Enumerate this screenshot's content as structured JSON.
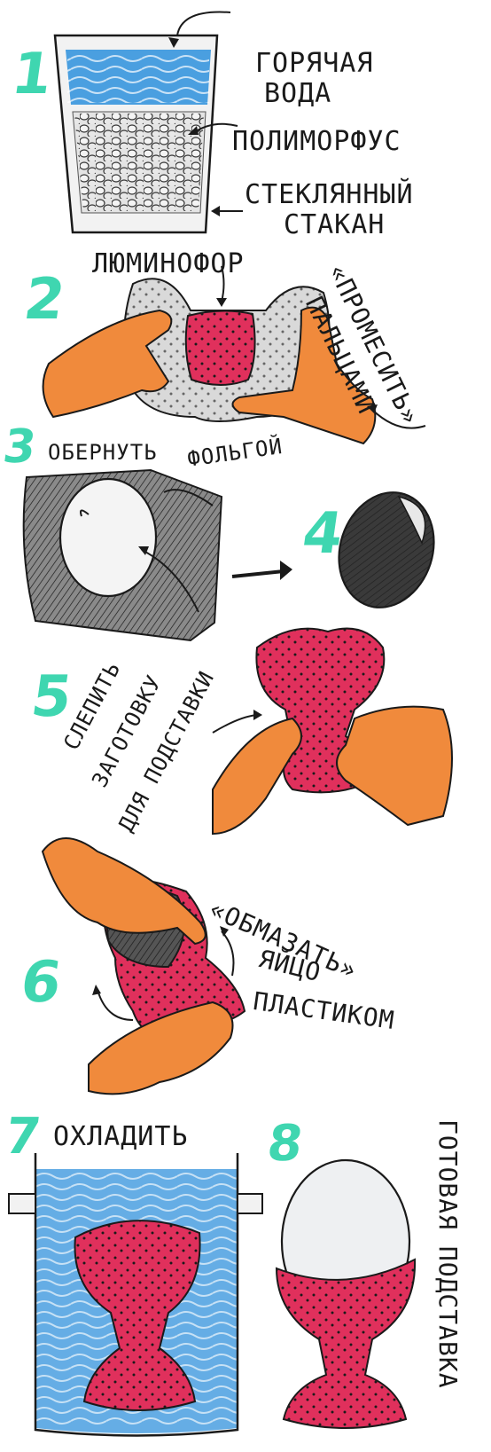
{
  "colors": {
    "number": "#3fd6b0",
    "plastic": "#e0305c",
    "hand": "#f08a3c",
    "water": "#4a9fe0",
    "foil": "#6b6b6b",
    "egg_dark": "#3a3a3a",
    "ink": "#1a1a1a"
  },
  "steps": [
    {
      "number": "1",
      "labels": {
        "water": "ГОРЯЧАЯ ВОДА",
        "poly": "ПОЛИМОРФУС",
        "glass": "СТЕКЛЯННЫЙ СТАКАН"
      }
    },
    {
      "number": "2",
      "labels": {
        "phosphor": "ЛЮМИНОФОР",
        "knead": "«ПРОМЕСИТЬ» ПАЛЬЦАМИ"
      }
    },
    {
      "number": "3",
      "labels": {
        "wrap": "ОБЕРНУТЬ ФОЛЬГОЙ"
      }
    },
    {
      "number": "4",
      "labels": {}
    },
    {
      "number": "5",
      "labels": {
        "blank": "СЛЕПИТЬ ЗАГОТОВКУ ДЛЯ ПОДСТАВКИ"
      }
    },
    {
      "number": "6",
      "labels": {
        "coat": "«ОБМАЗАТЬ» ЯЙЦО ПЛАСТИКОМ"
      }
    },
    {
      "number": "7",
      "labels": {
        "cool": "ОХЛАДИТЬ"
      }
    },
    {
      "number": "8",
      "labels": {
        "done": "ГОТОВАЯ ПОДСТАВКА"
      }
    }
  ],
  "text": {
    "water_1": "ГОРЯЧАЯ",
    "water_2": "ВОДА",
    "poly": "ПОЛИМОРФУС",
    "glass_1": "СТЕКЛЯННЫЙ",
    "glass_2": "СТАКАН",
    "phosphor": "ЛЮМИНОФОР",
    "knead_1": "«ПРОМЕСИТЬ»",
    "knead_2": "ПАЛЬЦАМИ",
    "wrap_1": "ОБЕРНУТЬ",
    "wrap_2": "ФОЛЬГОЙ",
    "blank_1": "СЛЕПИТЬ",
    "blank_2": "ЗАГОТОВКУ",
    "blank_3": "ДЛЯ ПОДСТАВКИ",
    "coat_1": "«ОБМАЗАТЬ»",
    "coat_2": "ЯЙЦО",
    "coat_3": "ПЛАСТИКОМ",
    "cool": "ОХЛАДИТЬ",
    "done": "ГОТОВАЯ ПОДСТАВКА"
  }
}
